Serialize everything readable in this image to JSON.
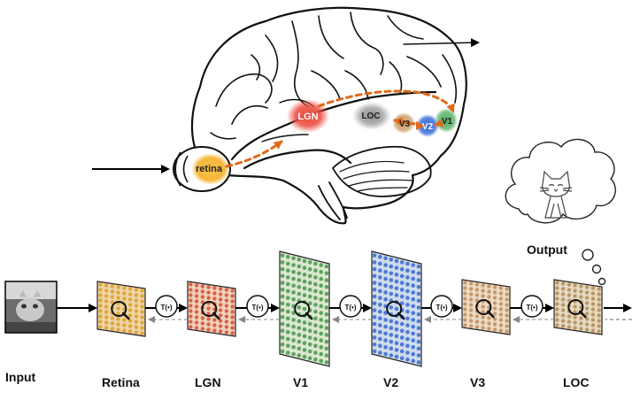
{
  "brain_regions": {
    "retina": "retina",
    "lgn": "LGN",
    "loc": "LOC",
    "v3": "V3",
    "v2": "V2",
    "v1": "V1"
  },
  "network": {
    "transform_label": "T(•)",
    "output_label": "Output",
    "stages": [
      "Input",
      "Retina",
      "LGN",
      "V1",
      "V2",
      "V3",
      "LOC"
    ]
  },
  "colors": {
    "retina": "#f5b73a",
    "lgn": "#e8453c",
    "loc": "#9a9a9a",
    "v3": "#c9a070",
    "v2": "#3d6fd6",
    "v1": "#5aad6a",
    "pathway": "#e06a1a",
    "grid_retina": "#e0a030",
    "grid_lgn": "#d9533a",
    "grid_v1": "#4f9a55",
    "grid_v2": "#3f6fd0",
    "grid_v3": "#c39060",
    "grid_loc": "#b58f5c"
  }
}
